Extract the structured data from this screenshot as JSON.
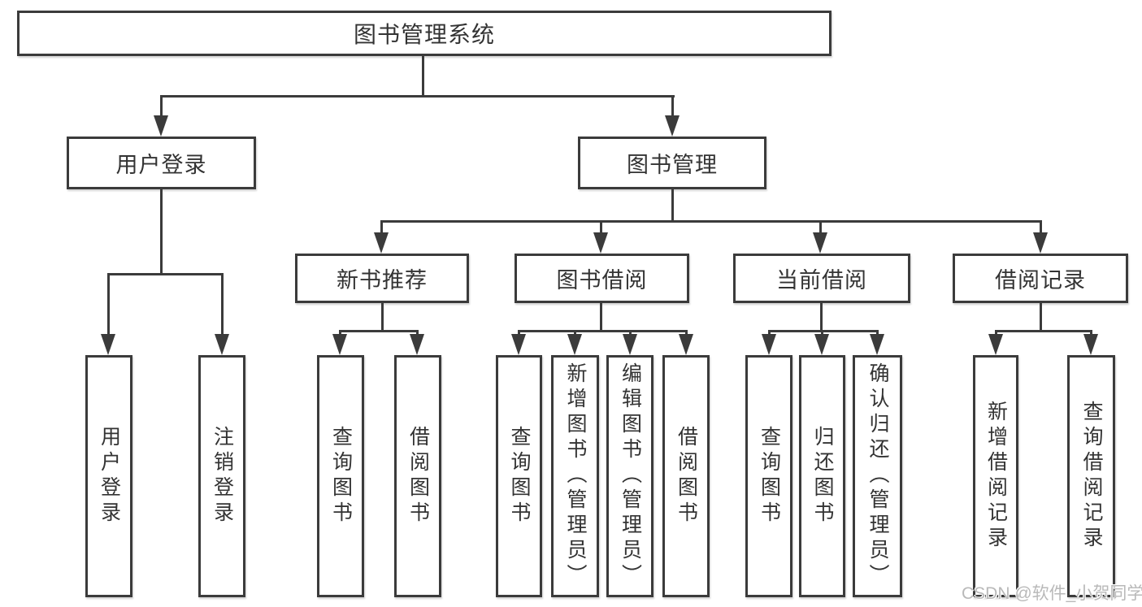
{
  "diagram": {
    "root": "图书管理系统",
    "branches": [
      {
        "label": "用户登录",
        "children": [
          "用户登录",
          "注销登录"
        ]
      },
      {
        "label": "图书管理",
        "children": [
          {
            "label": "新书推荐",
            "children": [
              "查询图书",
              "借阅图书"
            ]
          },
          {
            "label": "图书借阅",
            "children": [
              "查询图书",
              "新增图书（管理员）",
              "编辑图书（管理员）",
              "借阅图书"
            ]
          },
          {
            "label": "当前借阅",
            "children": [
              "查询图书",
              "归还图书",
              "确认归还（管理员）"
            ]
          },
          {
            "label": "借阅记录",
            "children": [
              "新增借阅记录",
              "查询借阅记录"
            ]
          }
        ]
      }
    ]
  },
  "watermark": "CSDN @软件_小贺同学",
  "colors": {
    "line": "#3b3b3b",
    "text": "#333333",
    "background": "#ffffff",
    "watermark": "#b9b9b9"
  }
}
